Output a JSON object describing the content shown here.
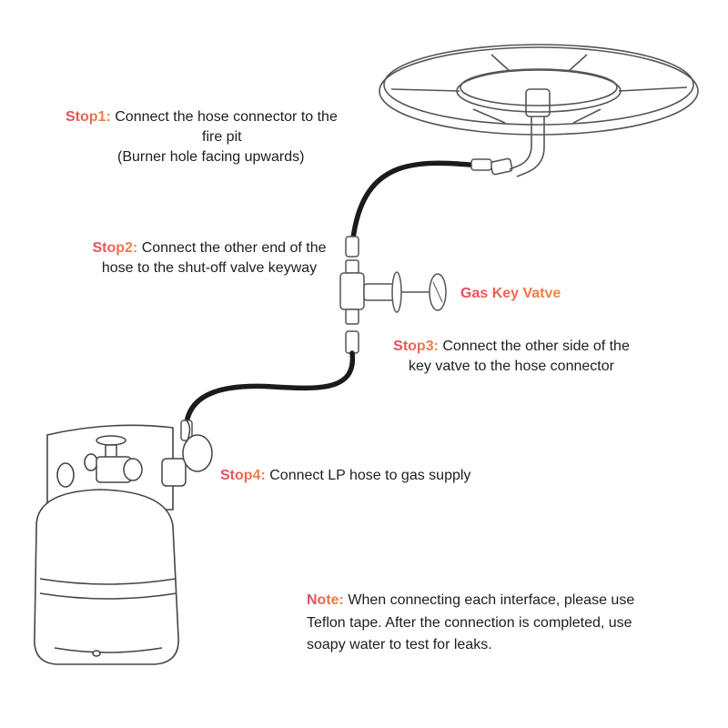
{
  "steps": {
    "step1": {
      "tag": "Stop1:",
      "line1": "Connect the hose connector to the",
      "line2": "fire pit",
      "line3": "(Burner hole facing upwards)"
    },
    "step2": {
      "tag": "Stop2:",
      "line1": "Connect the other end of the",
      "line2": "hose to the shut-off valve keyway"
    },
    "step3": {
      "tag": "Stop3:",
      "line1": "Connect the other side of the",
      "line2": "key vatve to the hose connector"
    },
    "step4": {
      "tag": "Stop4:",
      "line1": "Connect LP hose to gas supply"
    }
  },
  "key_valve_label": "Gas Key Vatve",
  "note": {
    "tag": "Note:",
    "line1": "When connecting each interface, please use",
    "line2": "Teflon tape. After the connection is completed, use",
    "line3": "soapy water to test for leaks."
  },
  "colors": {
    "step_tag_start": "#e8475f",
    "step_tag_end": "#f08a3c",
    "hose": "#1b1b1b",
    "outline": "#444444",
    "text": "#1e1e1e"
  },
  "icons": [
    "fire-pit-burner-ring-icon",
    "gas-hose-icon",
    "shut-off-valve-icon",
    "gas-key-icon",
    "propane-tank-icon",
    "regulator-icon"
  ]
}
